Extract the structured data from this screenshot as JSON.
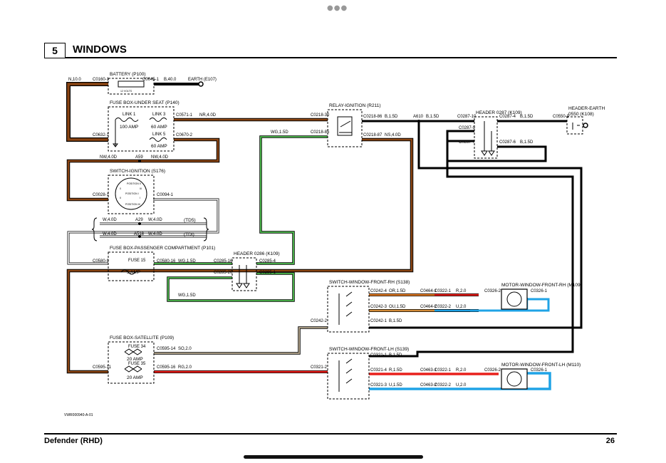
{
  "header": {
    "section_number": "5",
    "title": "WINDOWS"
  },
  "footer": {
    "model": "Defender (RHD)",
    "page": "26"
  },
  "figure_ref": "VWR000940-A-01",
  "colors": {
    "brown": "#8b4513",
    "black": "#000000",
    "green": "#3a9d3a",
    "white": "#ffffff",
    "red": "#e8201c",
    "orange": "#e07b25",
    "blue": "#1fa3e6",
    "slate": "#b8a98f"
  },
  "components": {
    "battery": {
      "title": "BATTERY (P100)",
      "terminal": "12 VOLTS",
      "in_conn": "C0160-1",
      "out_conn": "C0045-1"
    },
    "earth": {
      "label": "EARTH (E107)"
    },
    "fusebox_seat": {
      "title": "FUSE BOX-UNDER SEAT (P140)",
      "link1": "LINK 1",
      "link1_amp": "100 AMP",
      "link3": "LINK 3",
      "link3_amp": "60 AMP",
      "link5": "LINK 5",
      "link5_amp": "60 AMP",
      "conn_in": "C0632-1",
      "conn_out1": "C0571-1",
      "conn_out2": "C0670-2"
    },
    "relay": {
      "title": "RELAY-IGNITION (R211)",
      "c1": "C0218-30",
      "c2": "C0218-85",
      "c3": "C0218-86",
      "c4": "C0218-87"
    },
    "header287": {
      "title": "HEADER 0287 (K109)",
      "c10": "C0287-10",
      "c9": "C0287-9",
      "c7": "C0287-7",
      "c4": "C0287-4",
      "c6": "C0287-6"
    },
    "header_earth": {
      "title": "HEADER-EARTH",
      "title2": "0550 (K108)",
      "conn": "C0550-9"
    },
    "switch_ign": {
      "title": "SWITCH-IGNITION (S176)",
      "c1": "C0028-1",
      "c2": "C0094-1",
      "pos": [
        "POSITION II",
        "III",
        "POSITION I",
        "0",
        "I",
        "II",
        "POSITION III"
      ]
    },
    "variants": {
      "td5": "(TD5)",
      "tdi": "(TDI)"
    },
    "fusebox_pass": {
      "title": "FUSE BOX-PASSENGER COMPARTMENT (P101)",
      "fuse": "FUSE 15",
      "amp": "5 AMP",
      "c_in": "C0580-9",
      "c_out": "C0580-16"
    },
    "header286": {
      "title": "HEADER 0286 (K109)",
      "c16": "C0285-16",
      "c20": "C0285-20",
      "c4": "C0285-4",
      "c1": "C0285-1"
    },
    "switch_rh": {
      "title": "SWITCH-WINDOW-FRONT-RH (S138)",
      "c4": "C0242-4",
      "c3": "C0242-3",
      "c2": "C0242-2",
      "c1": "C0242-1"
    },
    "motor_rh": {
      "title": "MOTOR-WINDOW-FRONT-RH (M109)",
      "c2": "C0326-2",
      "c1": "C0326-1"
    },
    "fusebox_sat": {
      "title": "FUSE BOX-SATELLITE (P109)",
      "fuse34": "FUSE 34",
      "amp34": "20 AMP",
      "fuse35": "FUSE 35",
      "amp35": "20 AMP",
      "c_in": "C0595-11",
      "c14": "C0595-14",
      "c16": "C0595-16"
    },
    "switch_lh": {
      "title": "SWITCH-WINDOW-FRONT-LH (S139)",
      "c1": "C0321-1",
      "c4": "C0321-4",
      "c3": "C0321-3",
      "c2": "C0321-2"
    },
    "motor_lh": {
      "title": "MOTOR-WINDOW-FRONT-LH (M110)",
      "c2": "C0326-2",
      "c1": "C0326-1"
    }
  },
  "wires": {
    "n10": "N,10.0",
    "b40": "B,40.0",
    "nr40": "NR,4.0D",
    "nw40a": "NW,4.0D",
    "nw40b": "NW,4.0D",
    "a59": "A59",
    "wg15a": "WG,1.5D",
    "b15a": "B,1.5D",
    "b15b": "B,1.5D",
    "b15c": "B,1.5D",
    "b15d": "B,1.5D",
    "b15e": "B,1.5D",
    "b15f": "B,1.5D",
    "ns40": "NS,4.0D",
    "a610": "A610",
    "w40a": "W,4.0D",
    "w40b": "W,4.0D",
    "w40c": "W,4.0D",
    "w40d": "W,4.0D",
    "a29": "A29",
    "a518": "A518",
    "wg15b": "WG,1.5D",
    "wg15c": "WG,1.5D",
    "or15": "OR,1.5D",
    "ou15": "OU,1.5D",
    "r20a": "R,2.0",
    "u20a": "U,2.0",
    "so20": "SO,2.0",
    "rg20": "RG,2.0",
    "r15": "R,1.5D",
    "u15": "U,1.5D",
    "r20b": "R,2.0",
    "u20b": "U,2.0",
    "c0464_1": "C0464-1",
    "c0322_1a": "C0322-1",
    "c0464_2": "C0464-2",
    "c0322_2a": "C0322-2",
    "c0463_1": "C0463-1",
    "c0322_1b": "C0322-1",
    "c0463_2": "C0463-2",
    "c0322_2b": "C0322-2"
  }
}
